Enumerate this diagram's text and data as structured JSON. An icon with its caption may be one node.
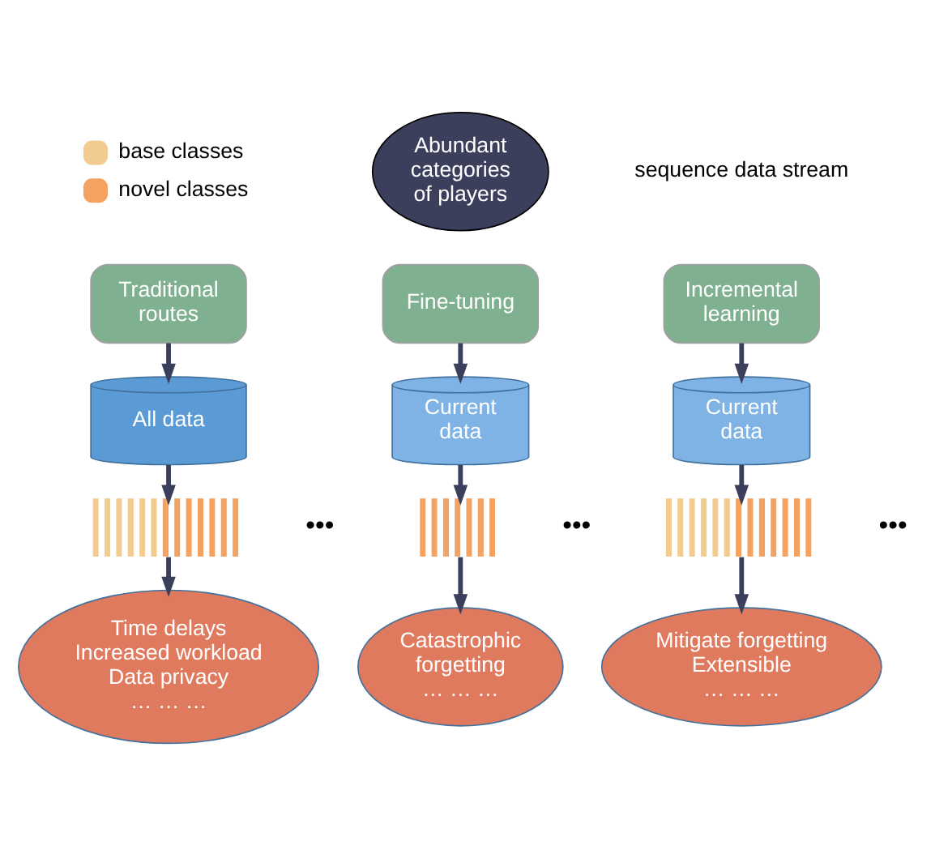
{
  "diagram": {
    "nodes": [
      {
        "text": [
          "Abundant categories of players"
        ]
      },
      {
        "text": [
          "Traditional routes"
        ]
      },
      {
        "text": [
          "Fine-tuning"
        ]
      },
      {
        "text": [
          "Incremental learning"
        ]
      },
      {
        "text": [
          "All data"
        ]
      },
      {
        "text": [
          "Current data"
        ]
      },
      {
        "text": [
          "Current data"
        ]
      },
      {
        "text": [],
        "shape": "bar"
      },
      {
        "text": [],
        "shape": "bar"
      },
      {
        "text": [],
        "shape": "bar"
      },
      {
        "text": [
          "Time delays",
          "Increased workload",
          "Data privacy",
          "… … …"
        ]
      },
      {
        "text": [
          "Catastrophic forgetting",
          "… … …"
        ]
      },
      {
        "text": [
          "Mitigate forgetting",
          "Extensible",
          "… … …"
        ]
      }
    ],
    "edges": [
      {
        "from": 1,
        "to": 4,
        "arrow": "to"
      },
      {
        "from": 2,
        "to": 5,
        "arrow": "to"
      },
      {
        "from": 3,
        "to": 6,
        "arrow": "to"
      },
      {
        "from": 4,
        "to": 7,
        "arrow": "to"
      },
      {
        "from": 5,
        "to": 8,
        "arrow": "to"
      },
      {
        "from": 6,
        "to": 9,
        "arrow": "to"
      },
      {
        "from": 7,
        "to": 10,
        "arrow": "to"
      },
      {
        "from": 8,
        "to": 11,
        "arrow": "to"
      },
      {
        "from": 9,
        "to": 12,
        "arrow": "to"
      }
    ],
    "labels": [
      "sequence data stream",
      "•••",
      "•••",
      "•••"
    ],
    "legend": [
      {
        "text": "base classes",
        "color": "#f2cc8f"
      },
      {
        "text": "novel classes",
        "color": "#f4a261"
      }
    ]
  }
}
